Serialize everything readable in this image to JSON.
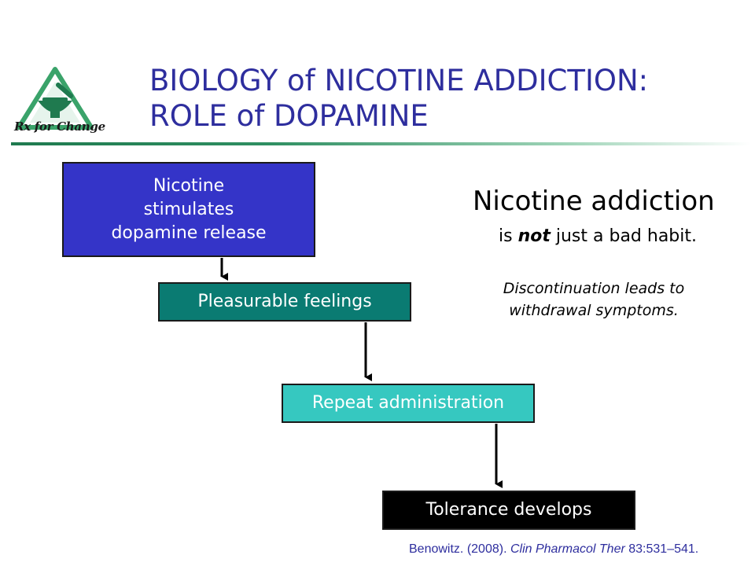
{
  "logo": {
    "text": "Rx for Change",
    "colors": {
      "triangle": "#3aa36a",
      "inner": "#1f7a4f"
    },
    "icon": "mortar-and-pestle-icon"
  },
  "title": {
    "line1": "BIOLOGY of NICOTINE ADDICTION:",
    "line2": "ROLE of DOPAMINE",
    "color": "#2e2e9e",
    "rule_color": "#1f7a4f"
  },
  "flow": {
    "steps": [
      {
        "lines": [
          "Nicotine",
          "stimulates",
          "dopamine release"
        ],
        "color": "#3434c8"
      },
      {
        "lines": [
          "Pleasurable feelings"
        ],
        "color": "#0a7b72"
      },
      {
        "lines": [
          "Repeat administration"
        ],
        "color": "#36c8c0"
      },
      {
        "lines": [
          "Tolerance develops"
        ],
        "color": "#000000"
      }
    ]
  },
  "claims": {
    "main": "Nicotine addiction",
    "sub_prefix": "is ",
    "sub_emphasis": "not",
    "sub_suffix": " just a bad habit.",
    "note_line1": "Discontinuation leads to",
    "note_line2": "withdrawal symptoms."
  },
  "citation": {
    "authors": "Benowitz. (2008).",
    "journal": "Clin Pharmacol Ther",
    "details": "83:531–541.",
    "color": "#2e2e9e"
  }
}
